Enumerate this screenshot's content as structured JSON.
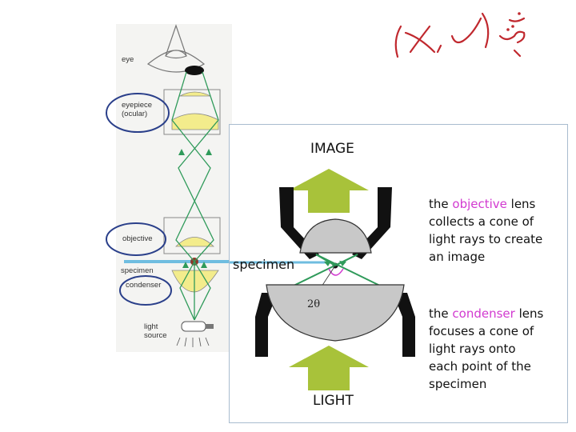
{
  "left_diagram": {
    "eye": "eye",
    "eyepiece_line1": "eyepiece",
    "eyepiece_line2": "(ocular)",
    "objective": "objective",
    "specimen": "specimen",
    "condenser": "condenser",
    "light_line1": "light",
    "light_line2": "source"
  },
  "right_diagram": {
    "image_label": "IMAGE",
    "light_label": "LIGHT",
    "specimen_label": "specimen",
    "angle_label": "2θ",
    "objective_desc": {
      "pre": "the ",
      "highlight": "objective",
      "post": " lens",
      "line2": "collects a cone of",
      "line3": "light rays to create",
      "line4": "an image"
    },
    "condenser_desc": {
      "pre": "the ",
      "highlight": "condenser",
      "post": " lens",
      "line2": "focuses a cone of",
      "line3": "light rays onto",
      "line4": "each point of the",
      "line5": "specimen"
    }
  },
  "colors": {
    "arrow_green": "#a8c23a",
    "ray_green": "#2f9a5a",
    "lens_yellow": "#f3ec8c",
    "lens_gray": "#c8c8c8",
    "accent_magenta": "#d23ad0",
    "ink_red": "#c0282e",
    "ink_blue": "#2a3f8a",
    "specimen_line": "#6fbde0"
  },
  "annotation": {
    "handwritten": "(X, ✓) يمين"
  }
}
